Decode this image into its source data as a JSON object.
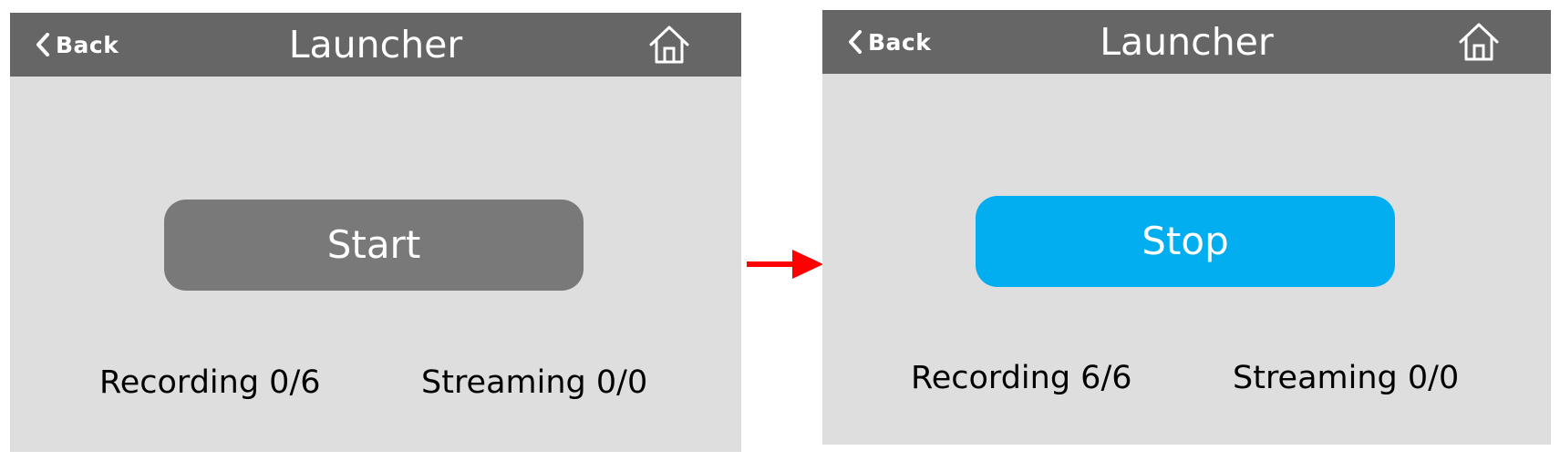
{
  "before": {
    "header": {
      "back_label": "Back",
      "title": "Launcher"
    },
    "action_button": {
      "label": "Start",
      "color": "#797979"
    },
    "status": {
      "recording": "Recording 0/6",
      "streaming": "Streaming 0/0"
    }
  },
  "after": {
    "header": {
      "back_label": "Back",
      "title": "Launcher"
    },
    "action_button": {
      "label": "Stop",
      "color": "#02aeef"
    },
    "status": {
      "recording": "Recording 6/6",
      "streaming": "Streaming 0/0"
    }
  },
  "icons": {
    "back": "chevron-left-icon",
    "home": "home-icon",
    "transition": "arrow-right-icon"
  },
  "colors": {
    "header_bg": "#666666",
    "panel_bg": "#dedede",
    "arrow": "#ff0000"
  }
}
